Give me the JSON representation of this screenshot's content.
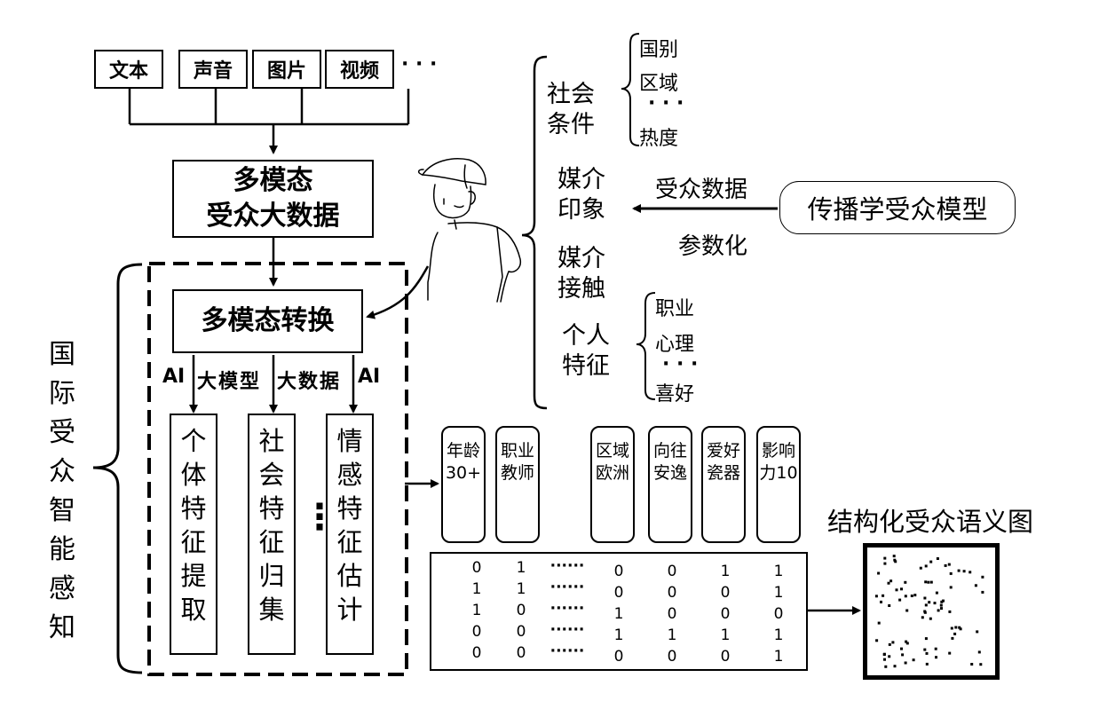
{
  "sources": [
    "文本",
    "声音",
    "图片",
    "视频"
  ],
  "sources_more": "· · ·",
  "multimodal_data": [
    "多模态",
    "受众大数据"
  ],
  "conversion": "多模态转换",
  "method_labels": {
    "ai_left": "AI",
    "large_model": "大模型",
    "big_data": "大数据",
    "ai_right": "AI"
  },
  "steps": [
    "个体特征提取",
    "社会特征归集",
    "情感特征估计"
  ],
  "steps_more": "⋮",
  "left_title": "国际受众智能感知",
  "social": {
    "label": [
      "社会",
      "条件"
    ],
    "items": [
      "国别",
      "区域",
      "· · ·",
      "热度"
    ]
  },
  "media_impression": [
    "媒介",
    "印象"
  ],
  "media_contact": [
    "媒介",
    "接触"
  ],
  "personal": {
    "label": [
      "个人",
      "特征"
    ],
    "items": [
      "职业",
      "心理",
      "· · ·",
      "喜好"
    ]
  },
  "model": {
    "name": "传播学受众模型",
    "edge_top": "受众数据",
    "edge_bottom": "参数化"
  },
  "attributes": [
    "年龄30+",
    "职业教师",
    "区域欧洲",
    "向往安逸",
    "爱好瓷器",
    "影响力10"
  ],
  "matrix": {
    "columns": [
      [
        "0",
        "1",
        "1",
        "0",
        "0"
      ],
      [
        "1",
        "1",
        "0",
        "0",
        "0"
      ],
      [
        "0",
        "0",
        "1",
        "1",
        "0"
      ],
      [
        "0",
        "0",
        "0",
        "1",
        "0"
      ],
      [
        "1",
        "0",
        "0",
        "1",
        "0"
      ],
      [
        "1",
        "1",
        "0",
        "1",
        "1"
      ]
    ],
    "ellipsis": "······"
  },
  "graph_label": "结构化受众语义图"
}
